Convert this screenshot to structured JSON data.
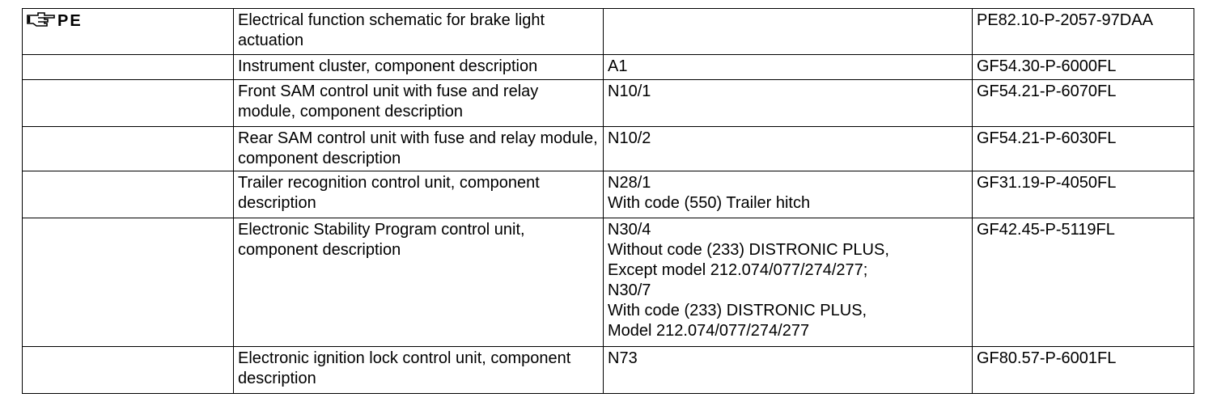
{
  "header": {
    "icon": "pointing-hand-icon",
    "label": "PE"
  },
  "rows": [
    {
      "description": "Electrical function schematic for brake light actuation",
      "component_lines": [],
      "reference": "PE82.10-P-2057-97DAA"
    },
    {
      "description": "Instrument cluster, component description",
      "component_lines": [
        "A1"
      ],
      "reference": "GF54.30-P-6000FL"
    },
    {
      "description": "Front SAM control unit with fuse and relay module, component description",
      "component_lines": [
        "N10/1"
      ],
      "reference": "GF54.21-P-6070FL"
    },
    {
      "description": "Rear SAM control unit with fuse and relay module, component description",
      "component_lines": [
        "N10/2"
      ],
      "reference": "GF54.21-P-6030FL"
    },
    {
      "description": "Trailer recognition control unit, component description",
      "component_lines": [
        "N28/1",
        "With code (550) Trailer hitch"
      ],
      "reference": "GF31.19-P-4050FL"
    },
    {
      "description": "Electronic Stability Program control unit, component description",
      "component_lines": [
        "N30/4",
        "Without code (233) DISTRONIC PLUS,",
        "Except model 212.074/077/274/277;",
        "N30/7",
        "With code (233) DISTRONIC PLUS,",
        "Model 212.074/077/274/277"
      ],
      "reference": "GF42.45-P-5119FL"
    },
    {
      "description": "Electronic ignition lock control unit, component description",
      "component_lines": [
        "N73"
      ],
      "reference": "GF80.57-P-6001FL"
    }
  ]
}
